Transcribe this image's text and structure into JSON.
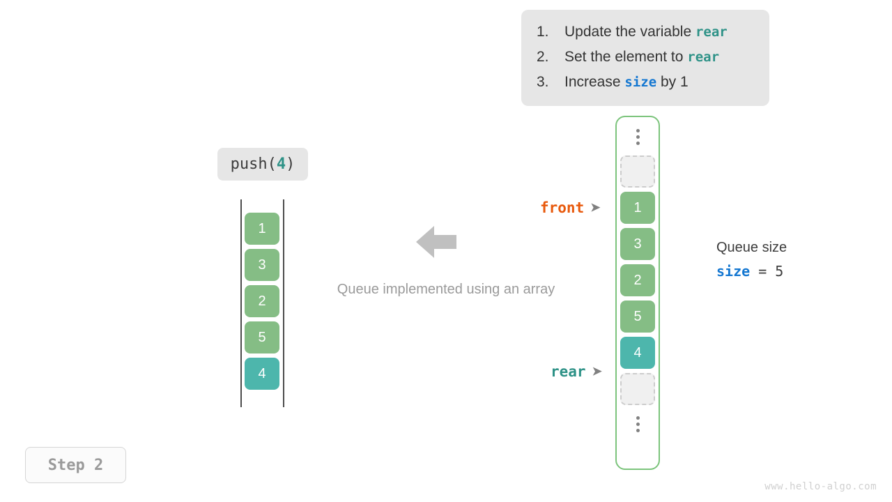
{
  "colors": {
    "filled_cell": "#85bd85",
    "highlight_cell": "#4db6ac",
    "empty_cell_fill": "#f0f0f0",
    "empty_cell_border": "#cccccc",
    "frame_border": "#7cc47c",
    "panel_bg": "#e6e6e6",
    "rear_keyword": "#2e9287",
    "size_keyword": "#1477d1",
    "front_keyword": "#e8590c",
    "arrow_gray": "#c0c0c0",
    "caption_gray": "#9a9a9a"
  },
  "instructions": {
    "items": [
      {
        "num": "1.",
        "pre": "Update the variable ",
        "kw": "rear",
        "kw_style": "rear",
        "post": ""
      },
      {
        "num": "2.",
        "pre": "Set the element to ",
        "kw": "rear",
        "kw_style": "rear",
        "post": ""
      },
      {
        "num": "3.",
        "pre": "Increase ",
        "kw": "size",
        "kw_style": "size",
        "post": " by 1"
      }
    ]
  },
  "operation": {
    "name": "push(",
    "argument": "4",
    "close": ")"
  },
  "left_array": {
    "cells": [
      {
        "value": "1",
        "state": "filled"
      },
      {
        "value": "3",
        "state": "filled"
      },
      {
        "value": "2",
        "state": "filled"
      },
      {
        "value": "5",
        "state": "filled"
      },
      {
        "value": "4",
        "state": "highlight"
      }
    ]
  },
  "right_array": {
    "top_ellipsis": "⋮",
    "bottom_ellipsis": "⋮",
    "cells": [
      {
        "value": "",
        "state": "empty"
      },
      {
        "value": "1",
        "state": "filled"
      },
      {
        "value": "3",
        "state": "filled"
      },
      {
        "value": "2",
        "state": "filled"
      },
      {
        "value": "5",
        "state": "filled"
      },
      {
        "value": "4",
        "state": "highlight"
      },
      {
        "value": "",
        "state": "empty"
      }
    ]
  },
  "pointers": {
    "front": {
      "label": "front",
      "arrow": "➤"
    },
    "rear": {
      "label": "rear",
      "arrow": "➤"
    }
  },
  "caption": "Queue implemented using an array",
  "queue_size": {
    "title": "Queue size",
    "var_name": "size",
    "operator": " = ",
    "value": "5"
  },
  "step_badge": "Step 2",
  "watermark": "www.hello-algo.com"
}
